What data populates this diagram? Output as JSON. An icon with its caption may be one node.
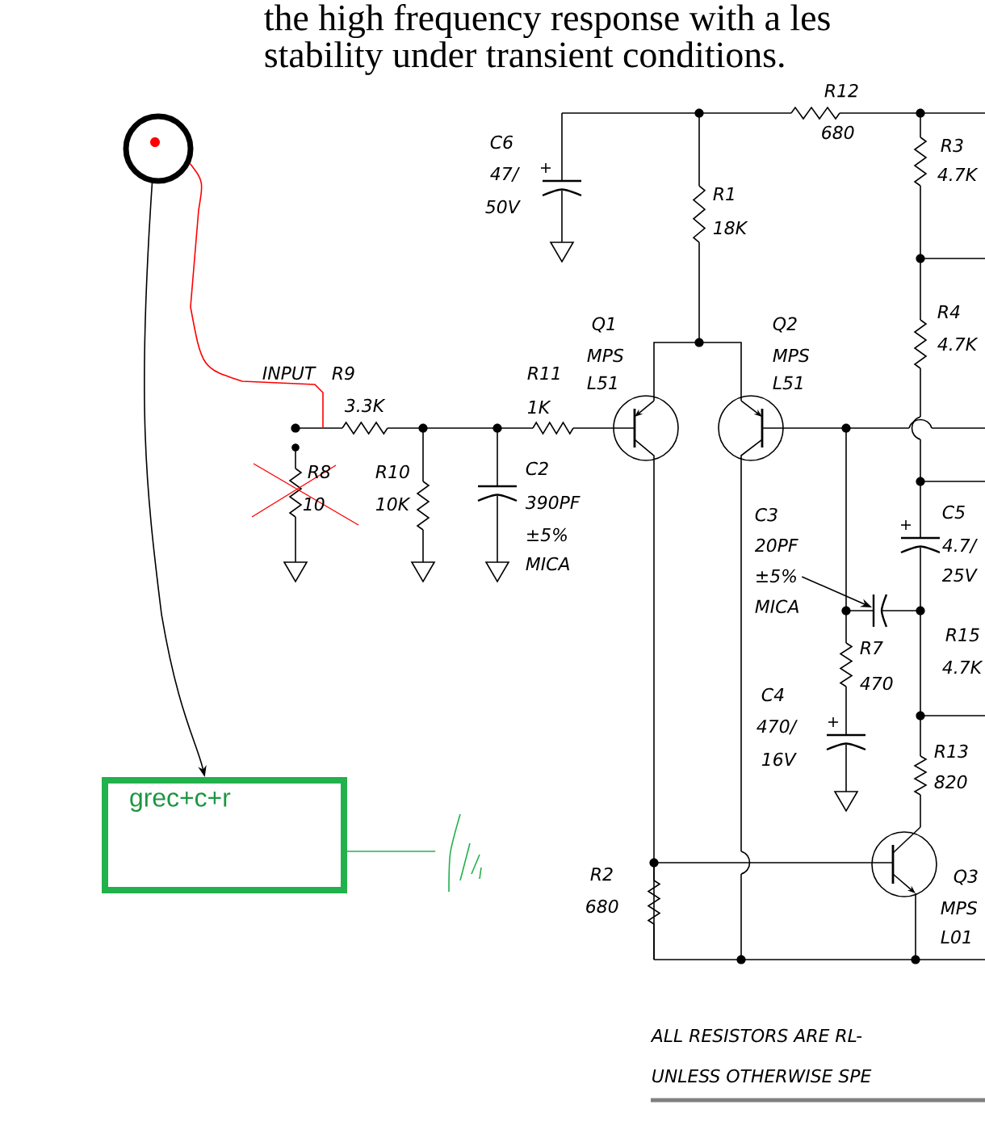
{
  "diagram": {
    "nodes": [
      {
        "text": [],
        "shape": "circle"
      },
      {
        "text": [
          "grec+c+r"
        ]
      },
      {
        "text": [],
        "shape": "ground"
      },
      {
        "text": [
          "C3",
          "20PF",
          "±5%",
          "MICA"
        ]
      }
    ],
    "edges": [
      {
        "from": 0,
        "to": 1,
        "arrow": "to"
      },
      {
        "from": 0,
        "to": null,
        "arrow": "none",
        "color": "#ff0000"
      },
      {
        "from": 1,
        "to": 2,
        "arrow": "none",
        "color": "#22b14c"
      },
      {
        "from": 3,
        "to": null,
        "arrow": "to"
      }
    ],
    "labels": [
      "the high frequency response with a les",
      "stability under transient conditions.",
      "C6",
      "47/",
      "50V",
      "R12",
      "680",
      "R1",
      "18K",
      "R3",
      "4.7K",
      "Q1",
      "MPS",
      "L51",
      "Q2",
      "MPS",
      "L51",
      "R4",
      "4.7K",
      "INPUT",
      "R9",
      "3.3K",
      "R11",
      "1K",
      "R8",
      "10",
      "R10",
      "10K",
      "C2",
      "390PF",
      "±5%",
      "MICA",
      "C5",
      "4.7/",
      "25V",
      "R15",
      "4.7K",
      "R7",
      "470",
      "C4",
      "470/",
      "16V",
      "R13",
      "820",
      "R2",
      "680",
      "Q3",
      "MPS",
      "L01",
      "ALL RESISTORS ARE RL-",
      "UNLESS OTHERWISE SPE"
    ]
  }
}
